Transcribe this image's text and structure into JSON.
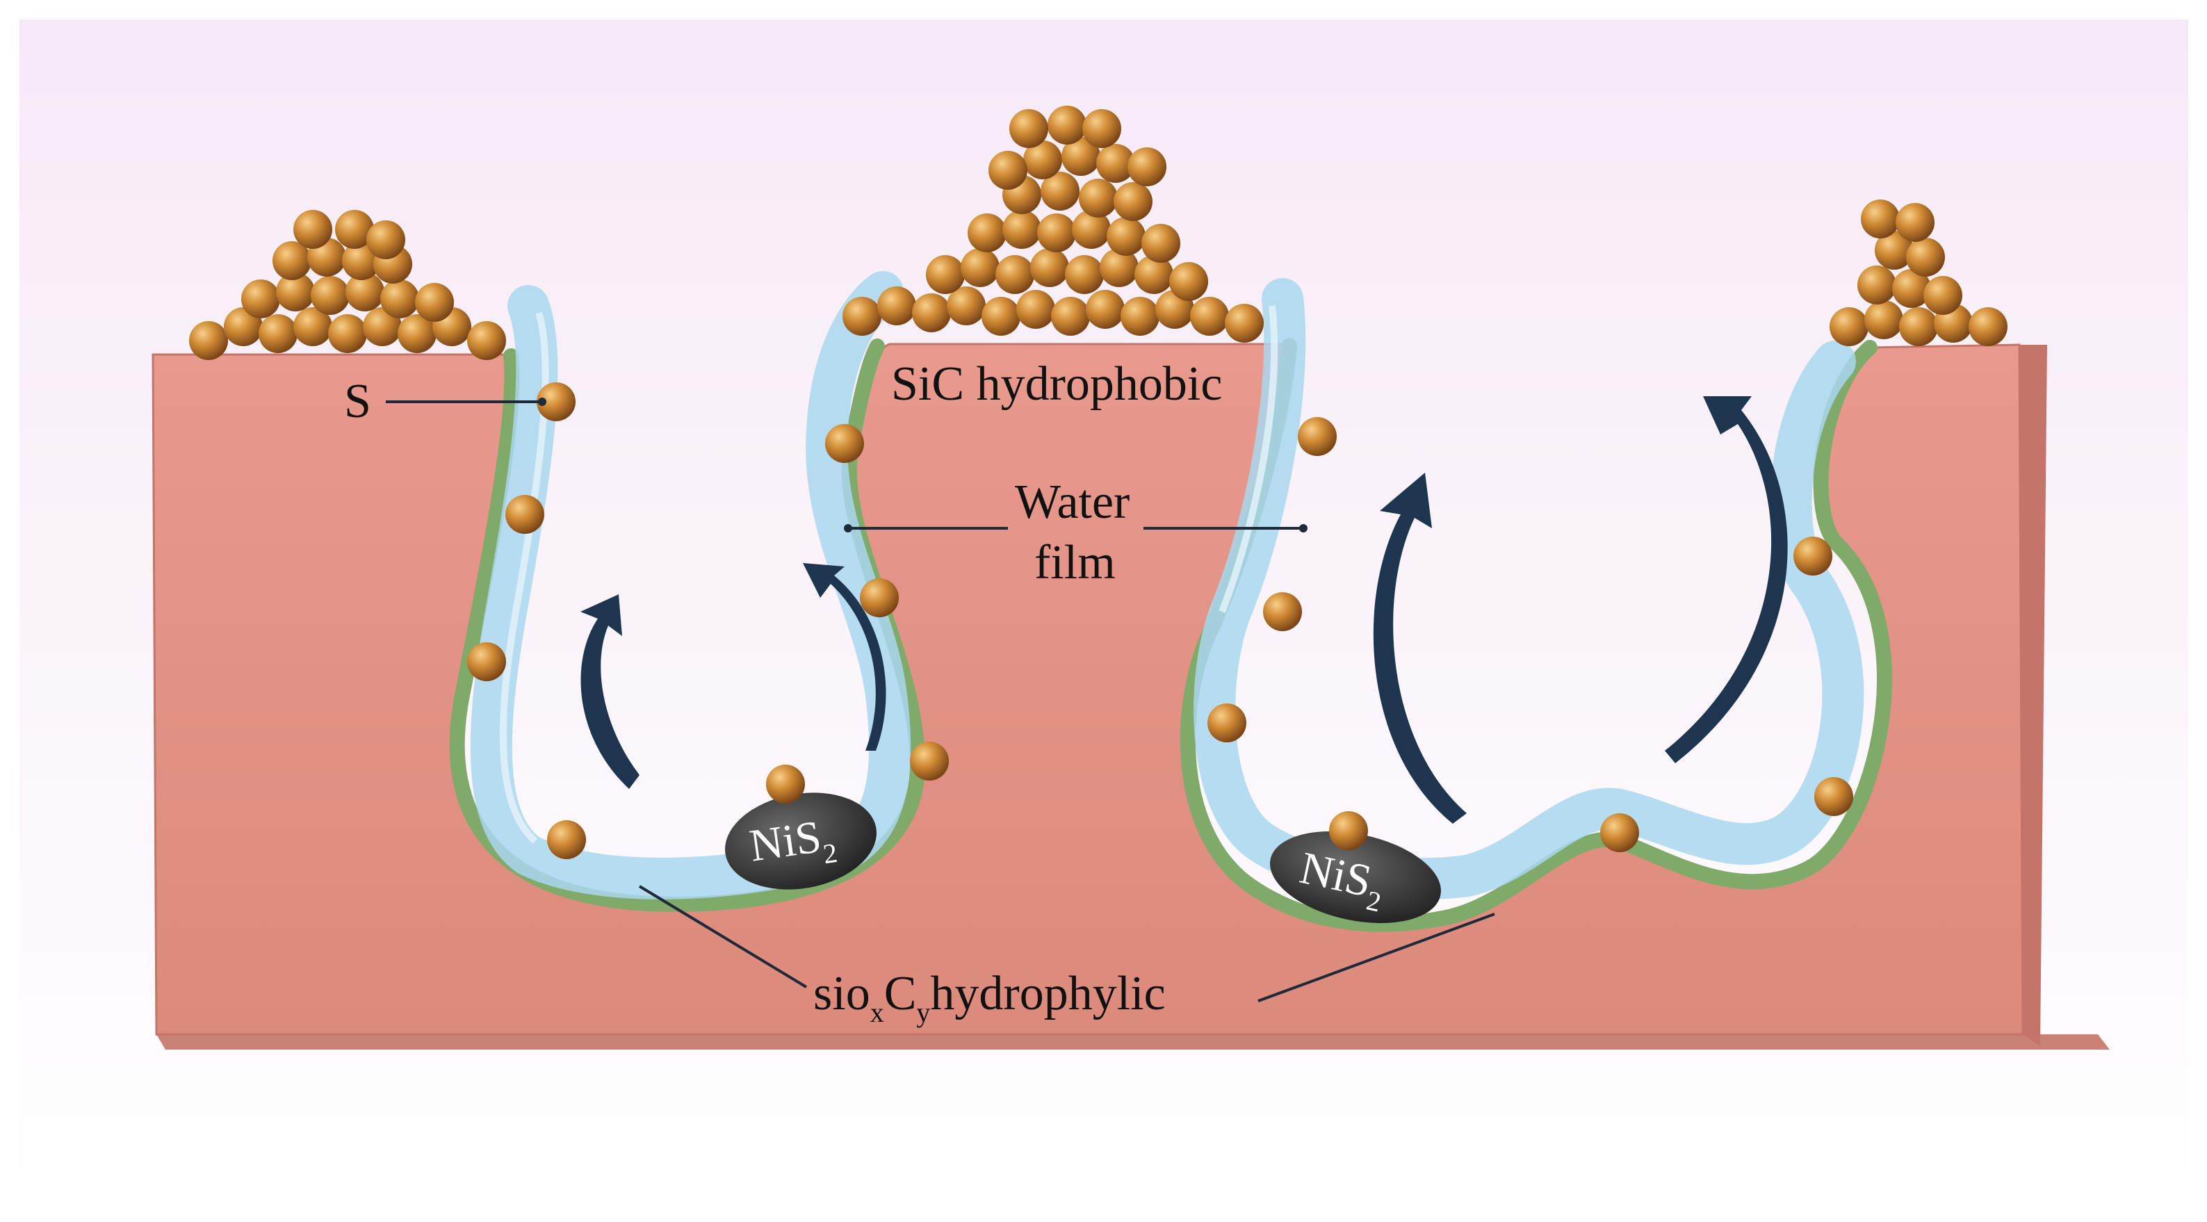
{
  "labels": {
    "s": "S",
    "sic": "SiC hydrophobic",
    "water_line1": "Water",
    "water_line2": "film",
    "nis_main": "NiS",
    "nis_sub": "2",
    "sioxcy_a": "sio",
    "sioxcy_x": "x",
    "sioxcy_b": "C",
    "sioxcy_y": "y",
    "sioxcy_c": "hydrophylic"
  },
  "colors": {
    "background_top": "#f6eaf6",
    "background_bottom": "#ffffff",
    "substrate": "#e59688",
    "substrate_edge": "#c47468",
    "sioxcy_layer": "#7faa6a",
    "water_film": "#a9d7ee",
    "sulfur_particle": "#c8842c",
    "nis2_particle": "#3a3a3a",
    "arrow": "#1e3550",
    "leader_line": "#1e2a3a"
  },
  "icons": [
    "sulfur-particle-icon",
    "nis2-particle-icon",
    "upward-arrow-icon"
  ]
}
